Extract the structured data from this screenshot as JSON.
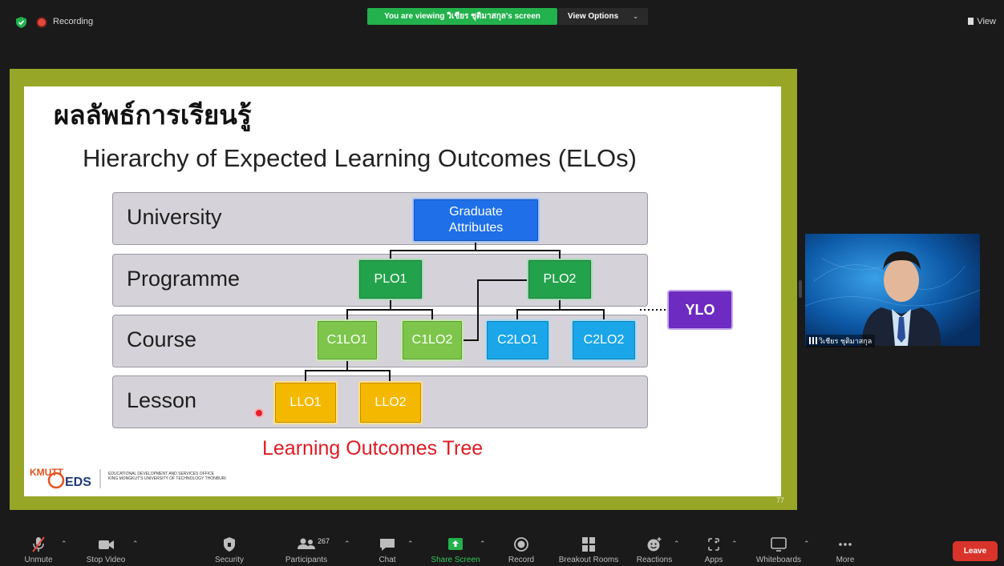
{
  "top_bar": {
    "recording_label": "Recording",
    "viewing_banner": "You are viewing วิเชียร ชุติมาสกุล's screen",
    "view_options_label": "View Options",
    "view_label": "View"
  },
  "slide": {
    "thai_title": "ผลลัพธ์การเรียนรู้",
    "subtitle": "Hierarchy of Expected Learning Outcomes (ELOs)",
    "levels": [
      "University",
      "Programme",
      "Course",
      "Lesson"
    ],
    "nodes": {
      "graduate_attributes": "Graduate Attributes",
      "plo1": "PLO1",
      "plo2": "PLO2",
      "ylo": "YLO",
      "c1lo1": "C1LO1",
      "c1lo2": "C1LO2",
      "c2lo1": "C2LO1",
      "c2lo2": "C2LO2",
      "llo1": "LLO1",
      "llo2": "LLO2"
    },
    "caption": "Learning Outcomes Tree",
    "logo_text": "EDS",
    "logo_mark": "KMUTT",
    "org_line1": "EDUCATIONAL DEVELOPMENT AND SERVICES OFFICE",
    "org_line2": "KING MONGKUT'S UNIVERSITY OF TECHNOLOGY THONBURI",
    "page_number": "77"
  },
  "video": {
    "participant_name": "วิเชียร ชุติมาสกุล"
  },
  "toolbar": {
    "unmute": "Unmute",
    "stop_video": "Stop Video",
    "security": "Security",
    "participants": "Participants",
    "participant_count": "267",
    "chat": "Chat",
    "share_screen": "Share Screen",
    "record": "Record",
    "breakout_rooms": "Breakout Rooms",
    "reactions": "Reactions",
    "apps": "Apps",
    "whiteboards": "Whiteboards",
    "more": "More",
    "leave": "Leave"
  },
  "colors": {
    "slide_border": "#97a627",
    "graduate_node": "#1e6fe8",
    "programme_node": "#23a24c",
    "course_node_light": "#7dc64b",
    "course_node_cyan": "#1aa6e8",
    "lesson_node": "#f5b800",
    "ylo_node": "#6d2bc2",
    "caption": "#e01b24",
    "leave_button": "#d9342b",
    "share_active": "#34c759"
  }
}
